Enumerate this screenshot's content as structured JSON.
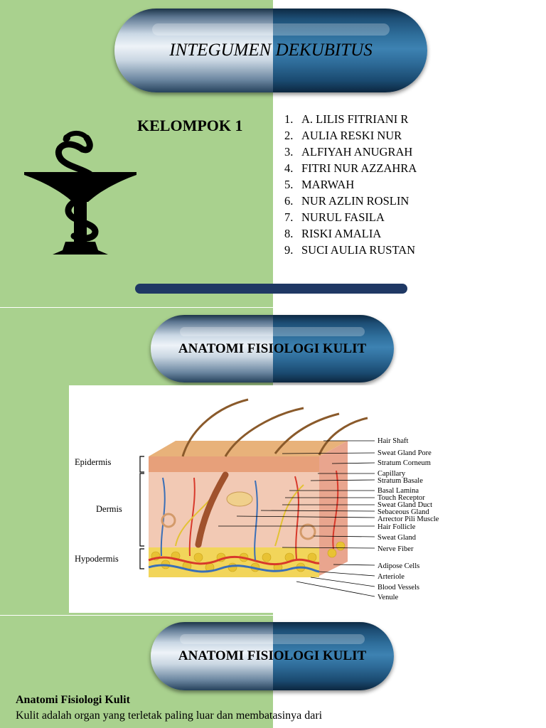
{
  "header": {
    "title": "INTEGUMEN DEKUBITUS"
  },
  "group": {
    "label": "KELOMPOK 1",
    "members": [
      {
        "num": "1.",
        "name": "A. LILIS FITRIANI R"
      },
      {
        "num": "2.",
        "name": "AULIA RESKI NUR"
      },
      {
        "num": "3.",
        "name": "ALFIYAH ANUGRAH"
      },
      {
        "num": "4.",
        "name": "FITRI NUR AZZAHRA"
      },
      {
        "num": "5.",
        "name": "MARWAH"
      },
      {
        "num": "6.",
        "name": "NUR AZLIN ROSLIN"
      },
      {
        "num": "7.",
        "name": "NURUL FASILA"
      },
      {
        "num": "8.",
        "name": "RISKI AMALIA"
      },
      {
        "num": "9.",
        "name": "SUCI AULIA RUSTAN"
      }
    ]
  },
  "section1": {
    "title": "ANATOMI FISIOLOGI KULIT"
  },
  "diagram": {
    "layers": [
      "Epidermis",
      "Dermis",
      "Hypodermis"
    ],
    "labels": [
      "Hair Shaft",
      "Sweat Gland Pore",
      "Stratum Corneum",
      "Capillary",
      "Stratum Basale",
      "Basal Lamina",
      "Touch Receptor",
      "Sweat Gland Duct",
      "Sebaceous Gland",
      "Arrector Pili Muscle",
      "Hair Follicle",
      "Sweat Gland",
      "Nerve Fiber",
      "Adipose Cells",
      "Arteriole",
      "Blood Vessels",
      "Venule"
    ]
  },
  "section2": {
    "title": "ANATOMI FISIOLOGI KULIT",
    "heading": "Anatomi Fisiologi Kulit",
    "body": "Kulit adalah organ yang terletak paling luar dan membatasinya dari"
  },
  "colors": {
    "green": "#a9d18e",
    "navy": "#1f3864",
    "capsule_blue": "#2f6f9c"
  }
}
